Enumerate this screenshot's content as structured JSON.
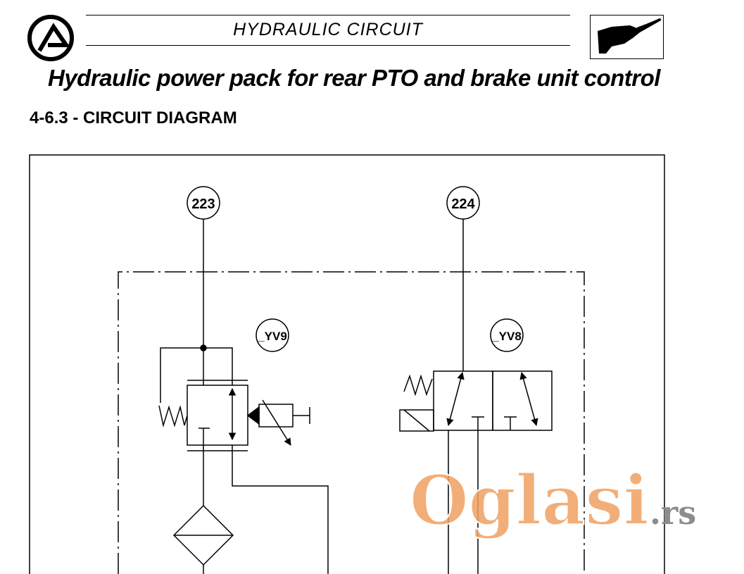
{
  "header": {
    "title": "HYDRAULIC CIRCUIT",
    "logo_icon": "company-logo-icon",
    "hand_icon": "pointing-hand-icon"
  },
  "main_title": "Hydraulic power pack for rear PTO and brake unit control",
  "section_heading": "4-6.3 - CIRCUIT DIAGRAM",
  "diagram": {
    "ports": [
      {
        "label": "223"
      },
      {
        "label": "224"
      }
    ],
    "solenoids": [
      {
        "label": "_YV9"
      },
      {
        "label": "_YV8"
      }
    ]
  },
  "watermark": {
    "text": "Oglasi",
    "suffix": ".rs",
    "color": "#f0a060"
  }
}
